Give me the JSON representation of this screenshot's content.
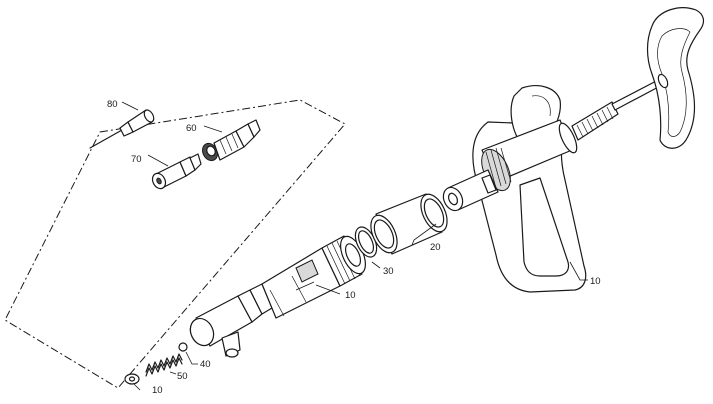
{
  "callouts": {
    "needle": "80",
    "cap_adapter": "60",
    "tip_adapter": "70",
    "barrel_tube": "20",
    "o_ring": "30",
    "valve_body": "10",
    "ball": "40",
    "spring": "50",
    "washer": "10",
    "pistol_grip": "10"
  }
}
